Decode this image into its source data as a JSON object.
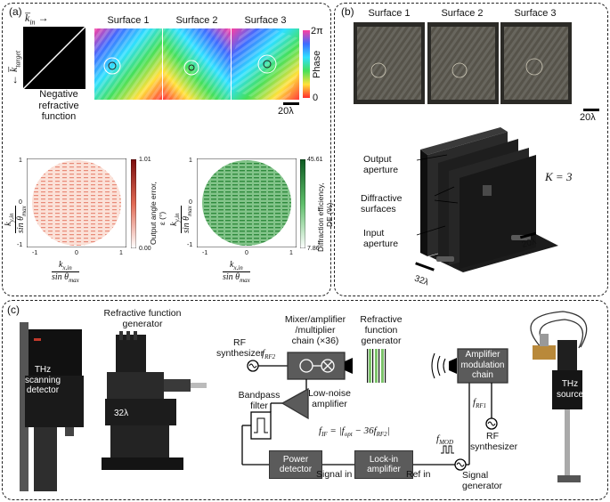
{
  "panel_a": {
    "label": "(a)",
    "k_in": "k̅",
    "k_in_sub": "in",
    "k_target": "k̅",
    "k_target_sub": "target",
    "function_title": "Negative\nrefractive\nfunction",
    "surfaces": [
      "Surface 1",
      "Surface 2",
      "Surface 3"
    ],
    "phase_top": "2π",
    "phase_bottom": "0",
    "phase_label": "Phase",
    "scale": "20λ",
    "error_cbar_max": "1.01",
    "error_cbar_min": "0.00",
    "error_cbar_label": "Output angle error,",
    "error_cbar_label2": "ε (°)",
    "de_cbar_max": "45.61",
    "de_cbar_min": "7.86",
    "de_cbar_label": "Diffraction efficiency,",
    "de_cbar_label2": "DE (%)",
    "axis_ticks": [
      "-1",
      "0",
      "1"
    ],
    "ylabel_num": "k",
    "ylabel_sub": "y,in",
    "xlabel_num": "k",
    "xlabel_sub": "x,in",
    "den": "sin θ",
    "den_sub": "max"
  },
  "panel_b": {
    "label": "(b)",
    "surfaces": [
      "Surface 1",
      "Surface 2",
      "Surface 3"
    ],
    "scale": "20λ",
    "output_aperture": "Output\naperture",
    "diffractive_surfaces": "Diffractive\nsurfaces",
    "input_aperture": "Input\naperture",
    "K": "K = 3",
    "scale_20": "20λ",
    "scale_32": "32λ"
  },
  "panel_c": {
    "label": "(c)",
    "thz_detector": "THz\nscanning\ndetector",
    "ref_gen_photo": "Refractive function\ngenerator",
    "scale_32": "32λ",
    "rf_synth_left": "RF\nsynthesizer",
    "f_rf2": "f",
    "f_rf2_sub": "RF2",
    "mixer_chain": "Mixer/amplifier\n/multiplier\nchain (×36)",
    "refr_func_gen": "Refractive\nfunction\ngenerator",
    "lna": "Low-noise\namplifier",
    "bandpass": "Bandpass\nfilter",
    "f_if": "f",
    "f_if_sub": "IF",
    "f_if_eq": " = |f",
    "f_opt_sub": "opt",
    "f_if_eq2": " − 36f",
    "f_rf2_sub2": "RF2",
    "f_if_end": "|",
    "power_detector": "Power\ndetector",
    "lockin": "Lock-in\namplifier",
    "signal_in": "Signal in",
    "ref_in": "Ref in",
    "f_mod": "f",
    "f_mod_sub": "MOD",
    "signal_generator": "Signal\ngenerator",
    "amp_mod_chain": "Amplifier\nmodulation\nchain",
    "f_rf1": "f",
    "f_rf1_sub": "RF1",
    "rf_synth_right": "RF\nsynthesizer",
    "thz_source": "THz\nsource"
  },
  "colors": {
    "box_fill": "#5b5b5b",
    "error_map": "#c0392b",
    "de_map": "#1e8a3a",
    "green_surface": "#7cc36b"
  }
}
